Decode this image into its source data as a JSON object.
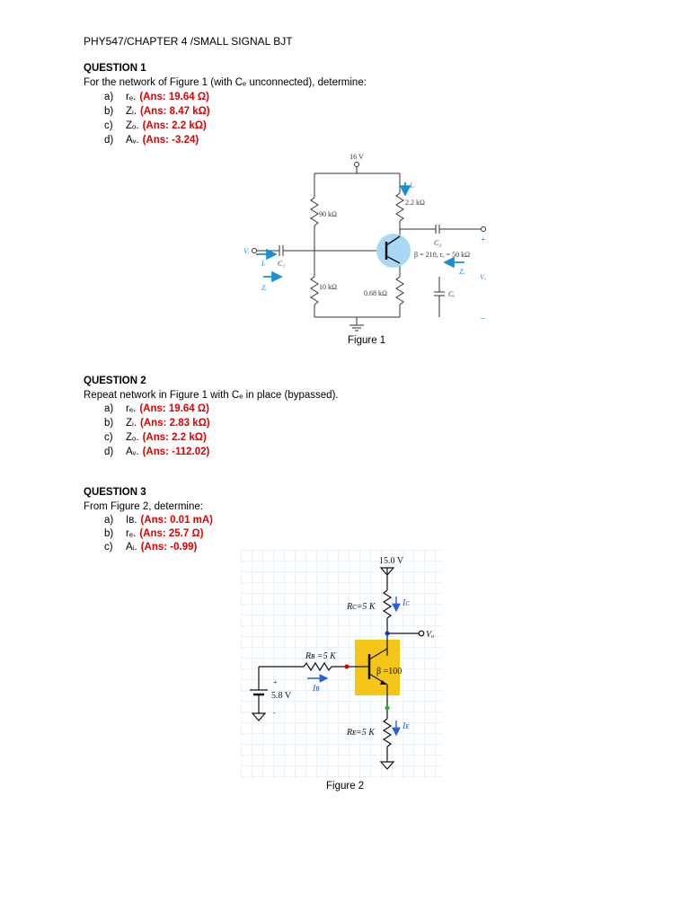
{
  "header": "PHY547/CHAPTER 4 /SMALL SIGNAL BJT",
  "q1": {
    "title": "QUESTION 1",
    "prompt": "For the network of Figure 1 (with Cₑ unconnected), determine:",
    "items": [
      {
        "letter": "a)",
        "var": "rₑ.",
        "ans": "(Ans: 19.64 Ω)"
      },
      {
        "letter": "b)",
        "var": "Zᵢ.",
        "ans": "(Ans: 8.47 kΩ)"
      },
      {
        "letter": "c)",
        "var": "Zₒ.",
        "ans": "(Ans: 2.2 kΩ)"
      },
      {
        "letter": "d)",
        "var": "Aᵥ.",
        "ans": "(Ans: -3.24)"
      }
    ]
  },
  "fig1": {
    "caption": "Figure 1",
    "vcc": "16 V",
    "r1": "90 kΩ",
    "r2": "10 kΩ",
    "rc": "2.2 kΩ",
    "re": "0.68 kΩ",
    "c1": "C₁",
    "c2": "C₂",
    "ce": "Cₑ",
    "beta": "β = 210, rₒ = 50 kΩ",
    "vi": "Vᵢ",
    "vo": "Vₒ",
    "ii": "Iᵢ",
    "io": "Iₒ",
    "zi": "Zᵢ",
    "zo": "Zₒ",
    "plus": "+",
    "minus": "–"
  },
  "q2": {
    "title": "QUESTION 2",
    "prompt": "Repeat network in Figure 1 with Cₑ in place (bypassed).",
    "items": [
      {
        "letter": "a)",
        "var": "rₑ.",
        "ans": "(Ans: 19.64 Ω)"
      },
      {
        "letter": "b)",
        "var": "Zᵢ.",
        "ans": "(Ans: 2.83 kΩ)"
      },
      {
        "letter": "c)",
        "var": "Zₒ.",
        "ans": "(Ans: 2.2 kΩ)"
      },
      {
        "letter": "d)",
        "var": "Aᵥ.",
        "ans": "(Ans: -112.02)"
      }
    ]
  },
  "q3": {
    "title": "QUESTION 3",
    "prompt": "From Figure 2, determine:",
    "items": [
      {
        "letter": "a)",
        "var": "Iʙ.",
        "ans": "(Ans: 0.01 mA)"
      },
      {
        "letter": "b)",
        "var": "rₑ.",
        "ans": "(Ans: 25.7 Ω)"
      },
      {
        "letter": "c)",
        "var": "Aᵢ.",
        "ans": "(Ans: -0.99)"
      }
    ]
  },
  "fig2": {
    "caption": "Figure 2",
    "vcc": "15.0 V",
    "rc": "Rᴄ=5 K",
    "rb": "Rʙ =5 K",
    "re": "Rᴇ=5 K",
    "beta": "β =100",
    "vbb": "5.8 V",
    "ic": "Iᴄ",
    "ib": "Iʙ",
    "ie": "Iᴇ",
    "vo": "Vₒ",
    "plus": "+",
    "minus": "-"
  },
  "colors": {
    "answer": "#e00000",
    "arrow_blue": "#1a8fd6",
    "transistor_fill": "#a9d8f5",
    "fig2_transistor_box": "#f5c518",
    "grid": "#c9dff2"
  }
}
